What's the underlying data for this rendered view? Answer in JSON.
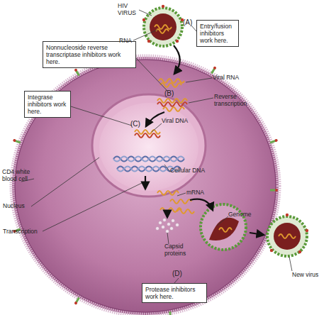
{
  "diagram": {
    "nodes": [
      {
        "text": [
          "Entry/fusion inhibitors work here."
        ]
      },
      {
        "text": [
          "Nonnucleoside reverse transcriptase inhibitors work here."
        ]
      },
      {
        "text": [
          "Integrase inhibitors work here."
        ]
      },
      {
        "text": [
          "Protease inhibitors work here."
        ]
      }
    ],
    "labels": [
      "HIV VIRUS",
      "RNA",
      "(A)",
      "Viral RNA",
      "(B)",
      "Reverse transcription",
      "(C)",
      "Viral DNA",
      "CD4 white blood cell",
      "Nucleus",
      "Cellular DNA",
      "Transcription",
      "mRNA",
      "Genome",
      "Capsid proteins",
      "(D)",
      "New virus"
    ]
  }
}
